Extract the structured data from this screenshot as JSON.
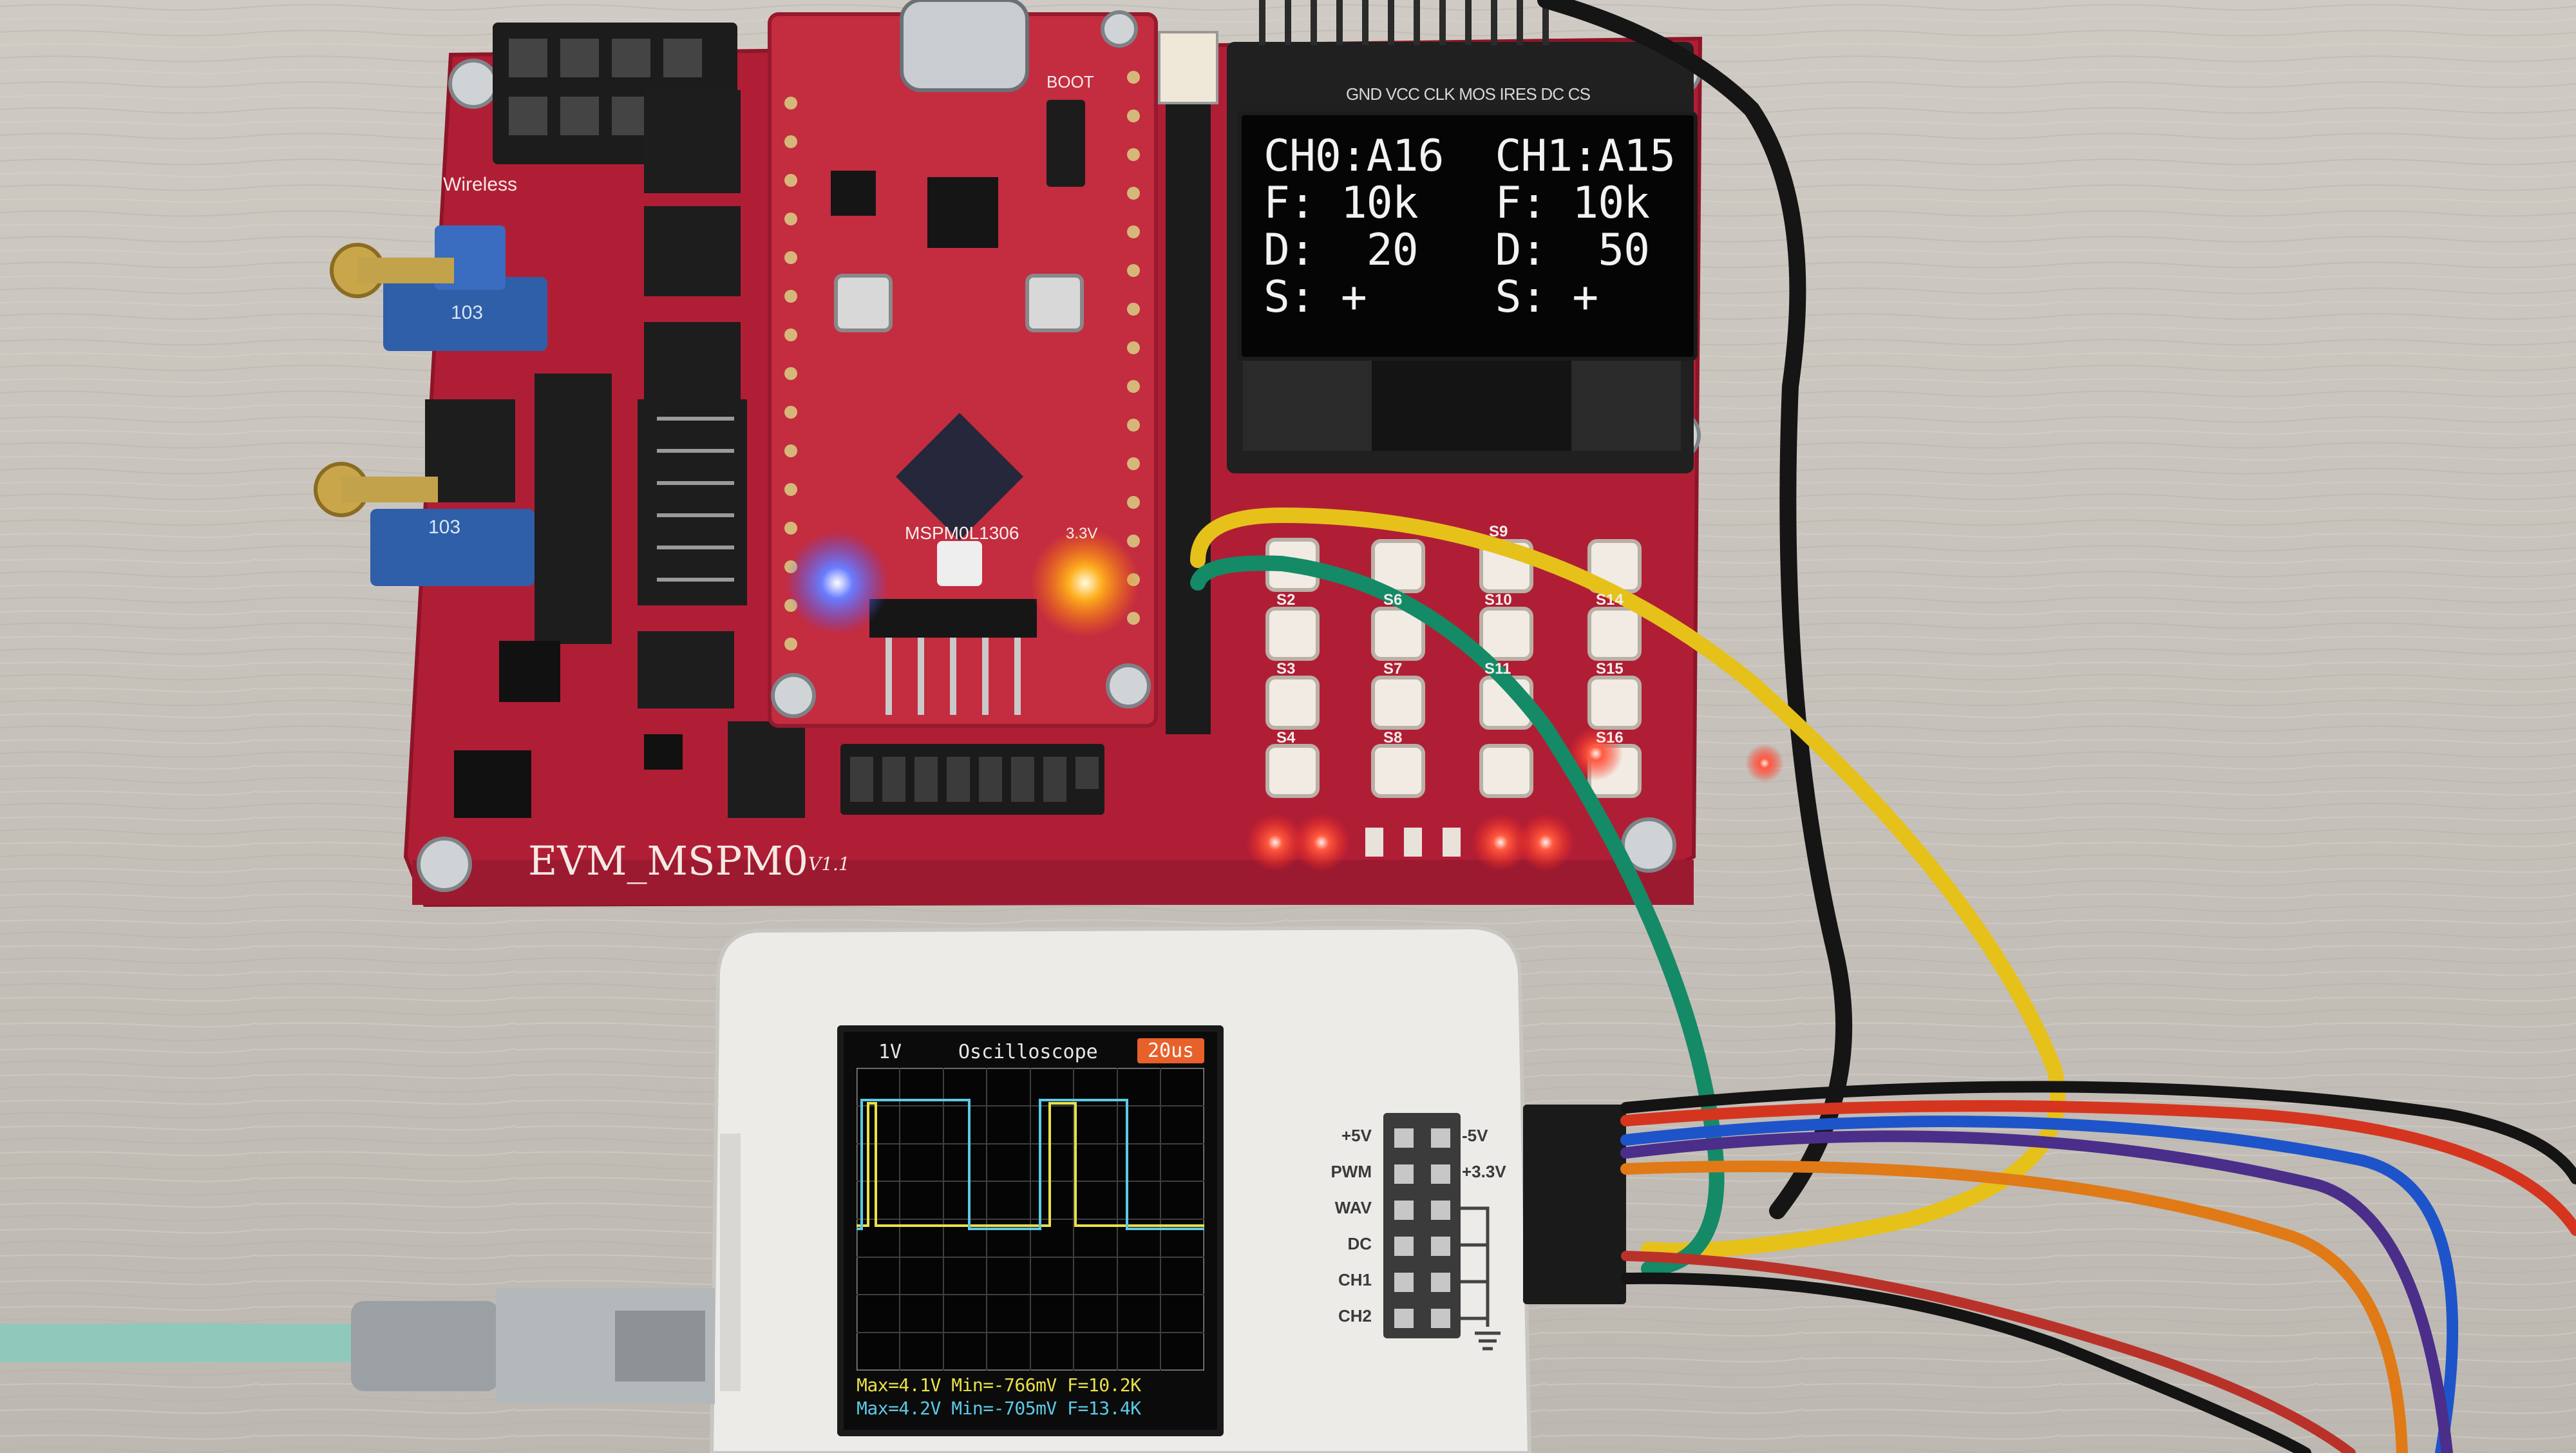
{
  "board": {
    "name": "EVM_MSPM0",
    "version": "V1.1",
    "wireless_label": "Wireless",
    "module_label": "MSPM0L1306",
    "power_label": "3.3V",
    "boot_label": "BOOT",
    "pot_label": "103"
  },
  "oled": {
    "header_pins": "GND VCC CLK MOS IRES DC CS",
    "lines": [
      "CH0:A16  CH1:A15",
      "F: 10k   F: 10k",
      "D:  20   D:  50",
      "S: +     S: +"
    ]
  },
  "keys": [
    "S2",
    "S3",
    "S4",
    "S6",
    "S7",
    "S8",
    "S9",
    "S10",
    "S11",
    "S14",
    "S15",
    "S16"
  ],
  "scope": {
    "vdiv": "1V",
    "title": "Oscilloscope",
    "timebase": "20us",
    "meas1": "Max=4.1V  Min=-766mV  F=10.2K",
    "meas2": "Max=4.2V  Min=-705mV  F=13.4K",
    "connector_labels": [
      "+5V",
      "PWM",
      "WAV",
      "DC",
      "CH1",
      "CH2"
    ],
    "connector_labels_right": [
      "-5V",
      "+3.3V"
    ]
  },
  "colors": {
    "background_wood": "#c9c4bd",
    "board_red": "#b3203a",
    "module_red": "#c02a3c",
    "scope_case": "#ecebe8",
    "trace_yellow": "#e9e04a",
    "trace_cyan": "#5cc9e6",
    "led_red": "#ff3a2a"
  }
}
